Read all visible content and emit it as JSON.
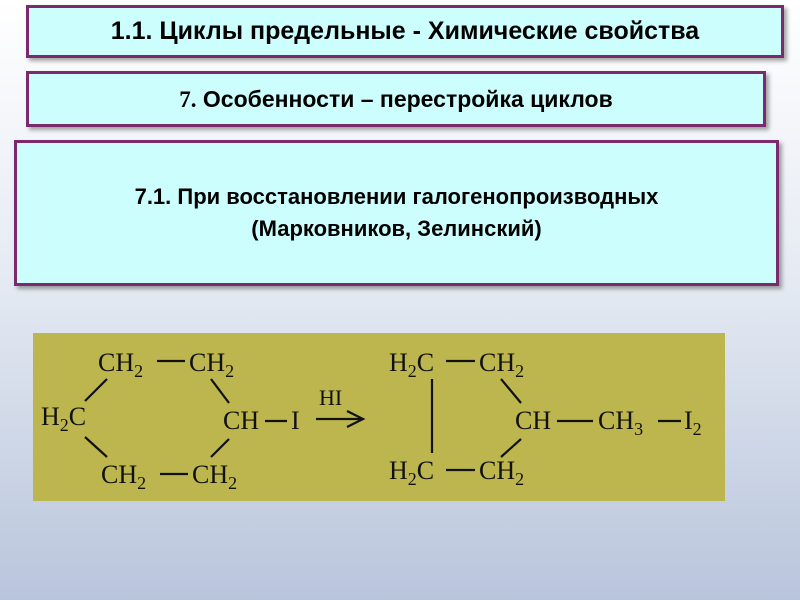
{
  "header": {
    "title": "1.1. Циклы предельные - Химические свойства"
  },
  "section": {
    "number": "7.",
    "title": " Особенности – перестройка циклов"
  },
  "description": {
    "line1": "7.1. При восстановлении галогенопроизводных",
    "line2": "(Марковников, Зелинский)"
  },
  "reaction": {
    "panel_color": "#bdb64f",
    "reagent": "HI",
    "reactant": {
      "top_left": "CH2",
      "top_right": "CH2",
      "left": "H2C",
      "right": "CH",
      "substituent": "I",
      "bottom_left": "CH2",
      "bottom_right": "CH2"
    },
    "product": {
      "top_left": "H2C",
      "top_right": "CH2",
      "right": "CH",
      "substituent": "CH3",
      "halogen": "I2",
      "bottom_left": "H2C",
      "bottom_right": "CH2"
    }
  },
  "colors": {
    "box_fill": "#ccfefe",
    "box_border": "#7b2a6e"
  }
}
